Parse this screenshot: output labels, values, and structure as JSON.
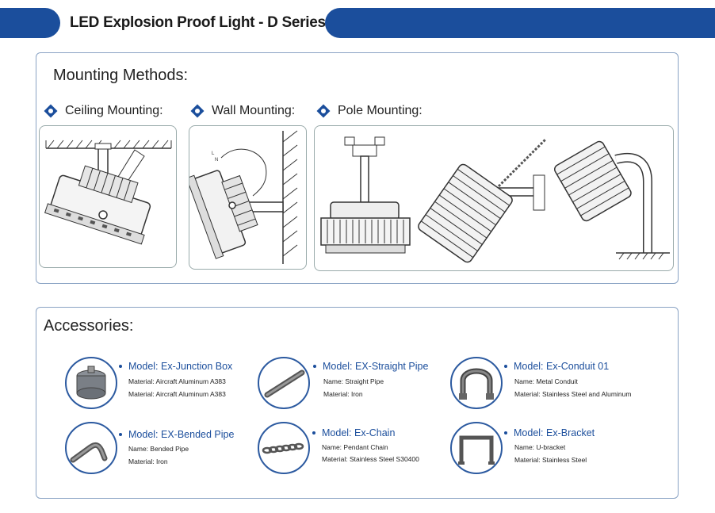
{
  "header": {
    "title": "LED Explosion Proof Light - D Series"
  },
  "mounting": {
    "title": "Mounting Methods:",
    "methods": [
      {
        "label": "Ceiling Mounting:"
      },
      {
        "label": "Wall Mounting:"
      },
      {
        "label": "Pole Mounting:"
      }
    ]
  },
  "accessories": {
    "title": "Accessories:",
    "items": [
      {
        "model": "Model: Ex-Junction Box",
        "line1": "Material: Aircraft Aluminum A383",
        "line2": "Material: Aircraft Aluminum A383",
        "icon": "junction-box-icon"
      },
      {
        "model": "Model: EX-Straight Pipe",
        "line1": "Name: Straight Pipe",
        "line2": "Material: Iron",
        "icon": "straight-pipe-icon"
      },
      {
        "model": "Model: Ex-Conduit 01",
        "line1": "Name: Metal Conduit",
        "line2": "Material: Stainless Steel and Aluminum",
        "icon": "conduit-icon"
      },
      {
        "model": "Model: EX-Bended Pipe",
        "line1": "Name: Bended Pipe",
        "line2": "Material: Iron",
        "icon": "bended-pipe-icon"
      },
      {
        "model": "Model: Ex-Chain",
        "line1": "Name: Pendant Chain",
        "line2": "Material: Stainless Steel S30400",
        "icon": "chain-icon"
      },
      {
        "model": "Model: Ex-Bracket",
        "line1": "Name: U-bracket",
        "line2": "Material: Stainless Steel",
        "icon": "bracket-icon"
      }
    ]
  },
  "colors": {
    "brand": "#1b4e9c",
    "panel_border": "#8aa3c4"
  }
}
